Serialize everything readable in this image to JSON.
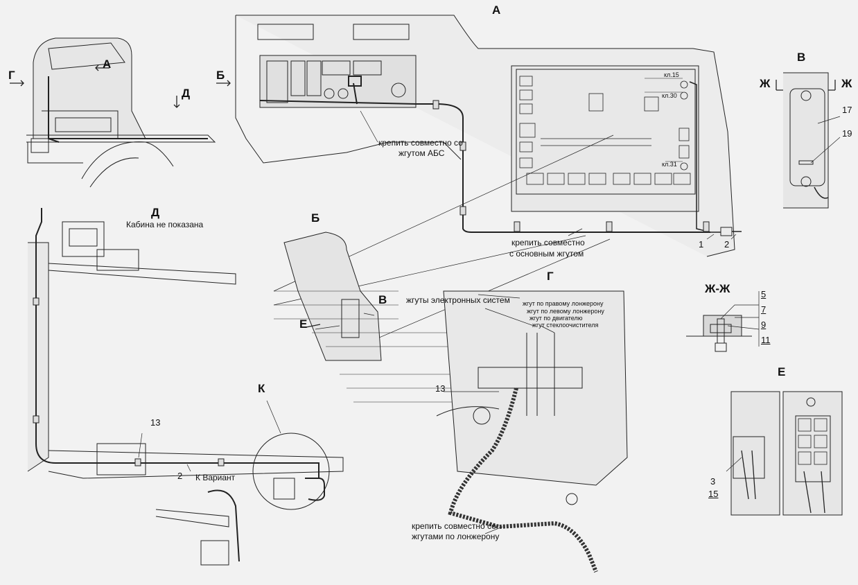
{
  "views": {
    "a": "А",
    "b": "Б",
    "v": "В",
    "g": "Г",
    "d": "Д",
    "e": "Е",
    "k": "К",
    "zh_section": "Ж-Ж",
    "zh": "Ж"
  },
  "arrows": {
    "g": "Г",
    "a": "А",
    "d": "Д",
    "b": "Б",
    "v": "В",
    "e": "Е"
  },
  "notes": {
    "cabin_not_shown": "Кабина не показана",
    "k_variant": "К Вариант",
    "fasten_abs_1": "крепить совместно со",
    "fasten_abs_2": "жгутом АБС",
    "fasten_main_1": "крепить совместно",
    "fasten_main_2": "с основным жгутом",
    "electronic_harnesses": "жгуты электронных систем",
    "right_spar": "жгут по правому лонжерону",
    "left_spar": "жгут по левому лонжерону",
    "engine": "жгут по двигателю",
    "wiper": "жгут стеклоочистителя",
    "fasten_spar_1": "крепить совместно со",
    "fasten_spar_2": "жгутами по лонжерону"
  },
  "terminals": {
    "kl15": "кл.15",
    "kl30": "кл.30",
    "kl31": "кл.31"
  },
  "positions": {
    "p1": "1",
    "p2": "2",
    "p3": "3",
    "p5": "5",
    "p7": "7",
    "p9": "9",
    "p11": "11",
    "p13a": "13",
    "p13b": "13",
    "p15": "15",
    "p17": "17",
    "p19": "19",
    "p2b": "2"
  }
}
